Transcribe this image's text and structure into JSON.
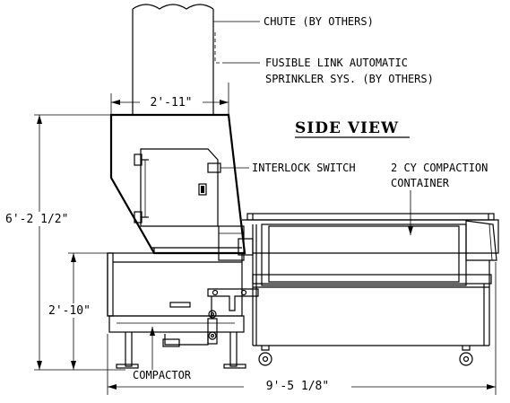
{
  "title": "SIDE VIEW",
  "labels": {
    "chute": "CHUTE (BY OTHERS)",
    "sprinkler_line1": "FUSIBLE LINK AUTOMATIC",
    "sprinkler_line2": "SPRINKLER SYS. (BY OTHERS)",
    "interlock": "INTERLOCK SWITCH",
    "container_line1": "2 CY COMPACTION",
    "container_line2": "CONTAINER",
    "compactor": "COMPACTOR"
  },
  "dimensions": {
    "hopper_width": "2'-11\"",
    "overall_height": "6'-2 1/2\"",
    "compactor_height": "2'-10\"",
    "overall_length": "9'-5 1/8\""
  },
  "colors": {
    "line": "#000000",
    "background": "#ffffff"
  }
}
